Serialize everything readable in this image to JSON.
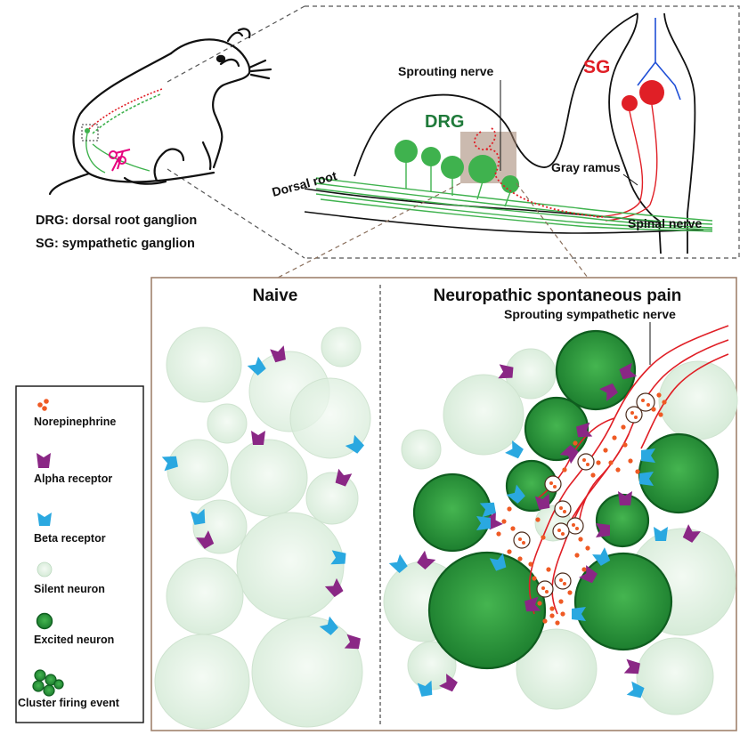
{
  "top": {
    "sprouting_nerve": "Sprouting nerve",
    "sg": "SG",
    "drg": "DRG",
    "gray_ramus": "Gray ramus",
    "dorsal_root": "Dorsal root",
    "spinal_nerve": "Spinal nerve",
    "def_drg": "DRG: dorsal root ganglion",
    "def_sg": "SG: sympathetic ganglion"
  },
  "panels": {
    "naive_title": "Naive",
    "pain_title": "Neuropathic spontaneous pain",
    "sprouting_sympathetic_nerve": "Sprouting sympathetic nerve"
  },
  "legend": {
    "items": [
      {
        "label": "Norepinephrine",
        "icon": "norepinephrine-icon"
      },
      {
        "label": "Alpha receptor",
        "icon": "alpha-receptor-icon"
      },
      {
        "label": "Beta receptor",
        "icon": "beta-receptor-icon"
      },
      {
        "label": "Silent neuron",
        "icon": "silent-neuron-icon"
      },
      {
        "label": "Excited neuron",
        "icon": "excited-neuron-icon"
      },
      {
        "label": "Cluster firing event",
        "icon": "cluster-firing-icon"
      }
    ]
  },
  "colors": {
    "red": "#e01f26",
    "green_text": "#1f7a3a",
    "drg_green": "#3fb24e",
    "excited": "#2e9a3e",
    "silent": "#e2f1e3",
    "alpha": "#8a2785",
    "beta": "#2aa8e0",
    "ne": "#ef5a24",
    "tan": "#a0826d"
  }
}
